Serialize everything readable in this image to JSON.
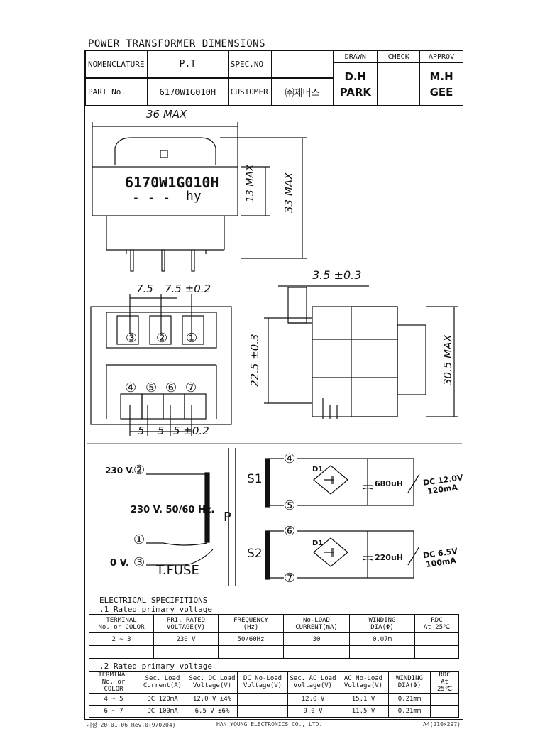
{
  "title": "POWER TRANSFORMER DIMENSIONS",
  "header": {
    "nomenclature_label": "NOMENCLATURE",
    "nomenclature_value": "P.T",
    "spec_no_label": "SPEC.NO",
    "spec_no_value": "",
    "part_no_label": "PART No.",
    "part_no_value": "6170W1G010H",
    "customer_label": "CUSTOMER",
    "customer_value": "㈜제머스",
    "drawn_label": "DRAWN",
    "check_label": "CHECK",
    "approv_label": "APPROV",
    "drawn_line1": "D.H",
    "drawn_line2": "PARK",
    "approv_line1": "M.H",
    "approv_line2": "GEE"
  },
  "drawing": {
    "width_dim": "36 MAX",
    "label_part": "6170W1G010H",
    "label_dashes": "- - -",
    "label_hy": "hy",
    "h13": "13 MAX",
    "h33": "33 MAX",
    "pitch_a": "7.5",
    "pitch_b": "7.5 ±0.2",
    "pins_top": [
      "③",
      "②",
      "①"
    ],
    "pins_bottom": [
      "④",
      "⑤",
      "⑥",
      "⑦"
    ],
    "pitch_c": "5",
    "pitch_d": "5",
    "pitch_e": "5 ±0.2",
    "side_top": "3.5 ±0.3",
    "side_v1": "22.5 ±0.3",
    "side_v2": "30.5 MAX"
  },
  "schematic": {
    "p_v230": "230 V.",
    "p_v0": "0 V.",
    "p_rating": "230 V. 50/60 Hz.",
    "p_label": "P",
    "tfuse": "T.FUSE",
    "pin1": "①",
    "pin2": "②",
    "pin3": "③",
    "s1": "S1",
    "s2": "S2",
    "pin4": "④",
    "pin5": "⑤",
    "pin6": "⑥",
    "pin7": "⑦",
    "d1a": "D1",
    "d1b": "D1",
    "cap1": "680uH",
    "cap2": "220uH",
    "out1_v": "DC 12.0V",
    "out1_i": "120mA",
    "out2_v": "DC 6.5V",
    "out2_i": "100mA"
  },
  "elec": {
    "title": "ELECTRICAL SPECIFITIONS",
    "sub1": ".1 Rated primary voltage",
    "sub2": ".2 Rated primary voltage",
    "t1_headers": [
      [
        "TERMINAL",
        "No. or COLOR"
      ],
      [
        "PRI. RATED",
        "VOLTAGE(V)"
      ],
      [
        "FREQUENCY",
        "(Hz)"
      ],
      [
        "No-LOAD",
        "CURRENT(mA)"
      ],
      [
        "WINDING",
        "DIA(Φ)"
      ],
      [
        "RDC",
        "At 25℃"
      ]
    ],
    "t1_row": [
      "2 ~ 3",
      "230 V",
      "50/60Hz",
      "30",
      "0.07m",
      ""
    ],
    "t2_headers": [
      [
        "TERMINAL",
        "No. or COLOR"
      ],
      [
        "Sec. Load",
        "Current(A)"
      ],
      [
        "Sec. DC Load",
        "Voltage(V)"
      ],
      [
        "DC No-Load",
        "Voltage(V)"
      ],
      [
        "Sec. AC Load",
        "Voltage(V)"
      ],
      [
        "AC No-Load",
        "Voltage(V)"
      ],
      [
        "WINDING",
        "DIA(Φ)"
      ],
      [
        "RDC",
        "At 25℃"
      ]
    ],
    "t2_rows": [
      [
        "4 ~ 5",
        "DC 120mA",
        "12.0 V ±4%",
        "",
        "12.0 V",
        "15.1 V",
        "0.21mm",
        ""
      ],
      [
        "6 ~ 7",
        "DC 100mA",
        "6.5 V ±6%",
        "",
        "9.0 V",
        "11.5 V",
        "0.21mm",
        ""
      ]
    ]
  },
  "footer": {
    "left": "기정 20-01-06 Rev.0(970204)",
    "center": "HAN YOUNG ELECTRONICS CO., LTD.",
    "right": "A4(210x297)"
  }
}
